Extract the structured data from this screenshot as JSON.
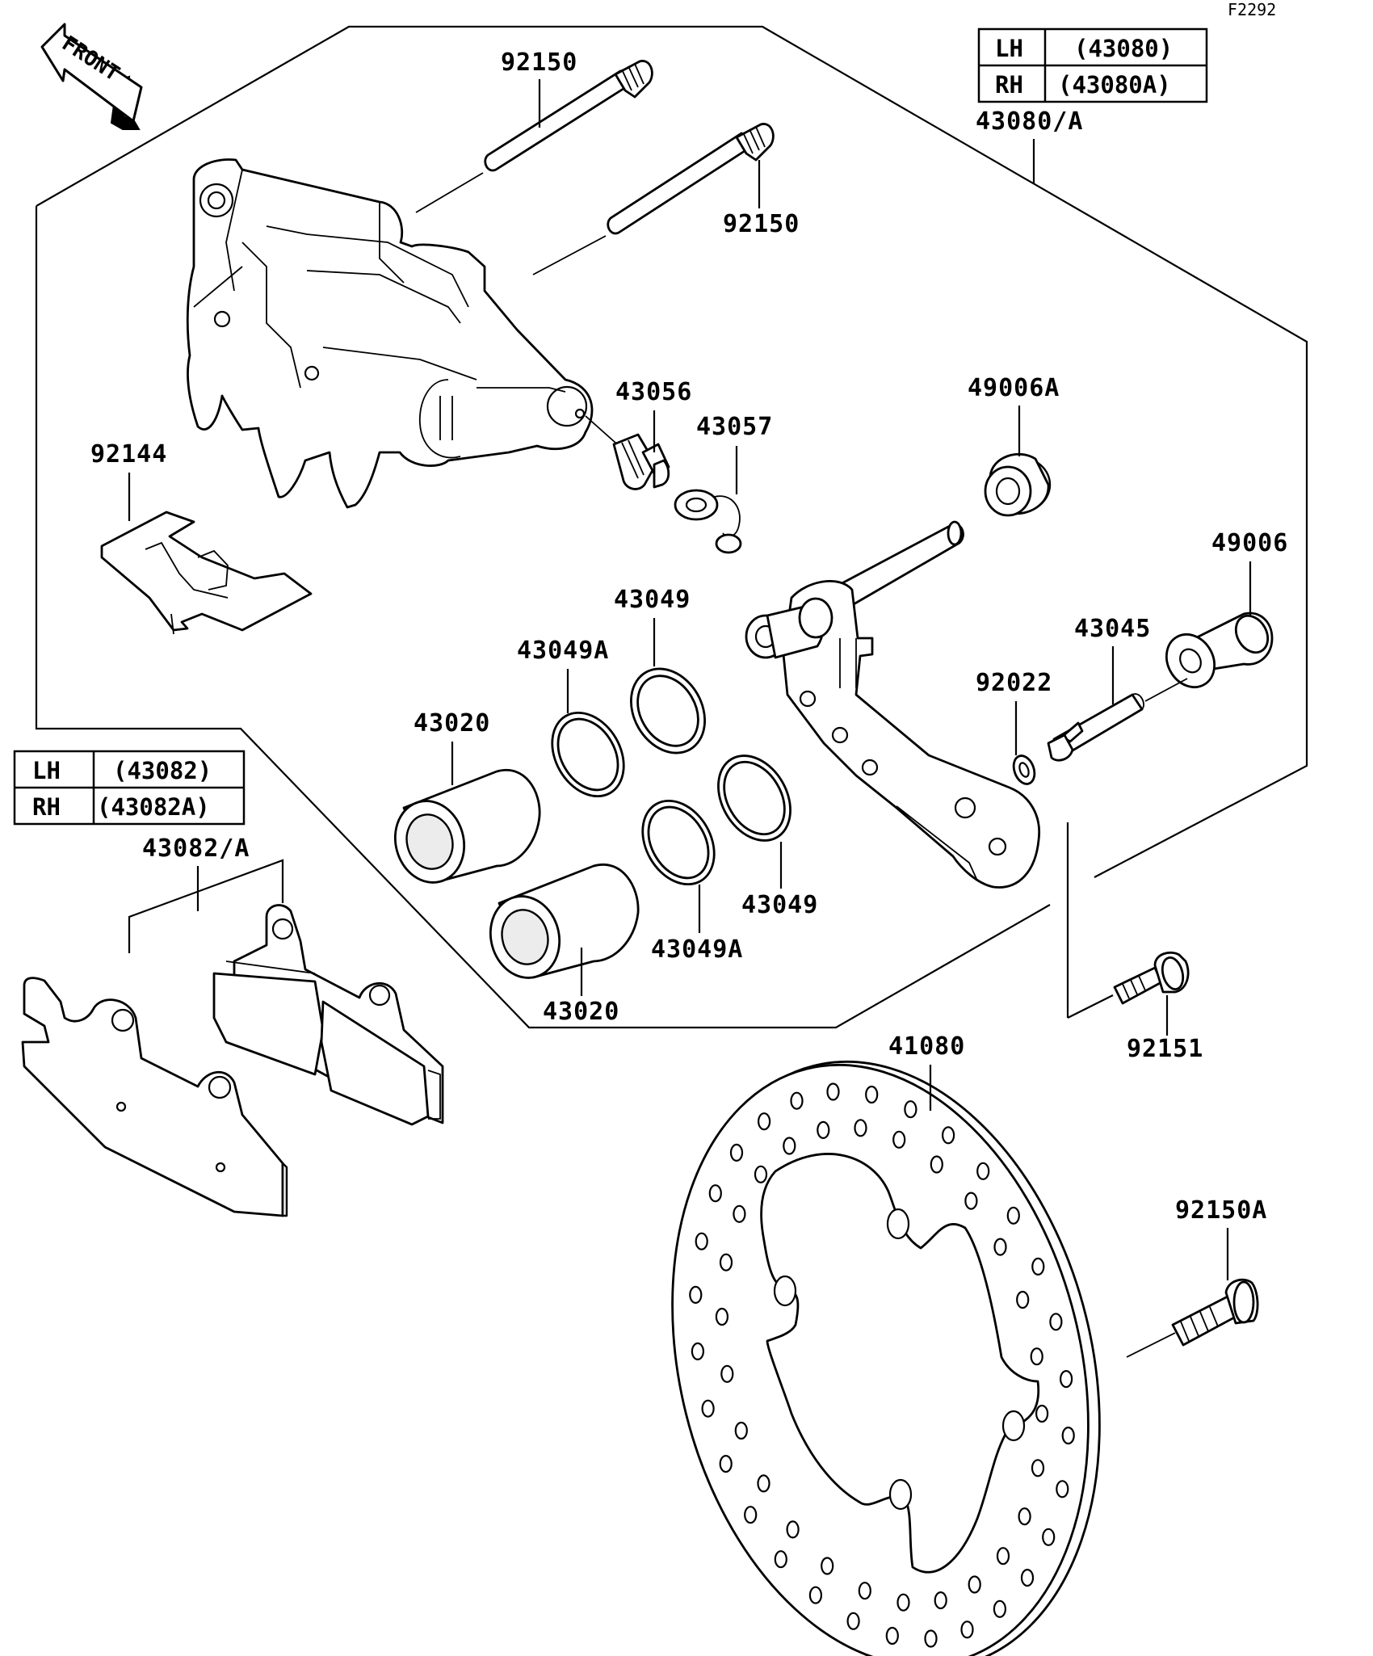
{
  "figure_code": "F2292",
  "front_arrow_text": "FRONT",
  "caliper_table": {
    "rows": [
      {
        "side": "LH",
        "part": "(43080)"
      },
      {
        "side": "RH",
        "part": "(43080A)"
      }
    ]
  },
  "pad_table": {
    "rows": [
      {
        "side": "LH",
        "part": "(43082)"
      },
      {
        "side": "RH",
        "part": "(43082A)"
      }
    ]
  },
  "callouts": {
    "caliper_assy": "43080/A",
    "pin_upper": "92150",
    "pin_lower": "92150",
    "bleed_valve": "43056",
    "bleed_cap": "43057",
    "pad_spring": "92144",
    "bush_a": "49006A",
    "bush": "49006",
    "seal_dust_upper": "43049",
    "seal_piston_upper": "43049A",
    "piston_upper": "43020",
    "holder_pin": "43045",
    "washer": "92022",
    "pad_assy": "43082/A",
    "seal_dust_lower": "43049",
    "seal_piston_lower": "43049A",
    "piston_lower": "43020",
    "mount_bolt": "92151",
    "disc": "41080",
    "disc_bolt": "92150A"
  }
}
